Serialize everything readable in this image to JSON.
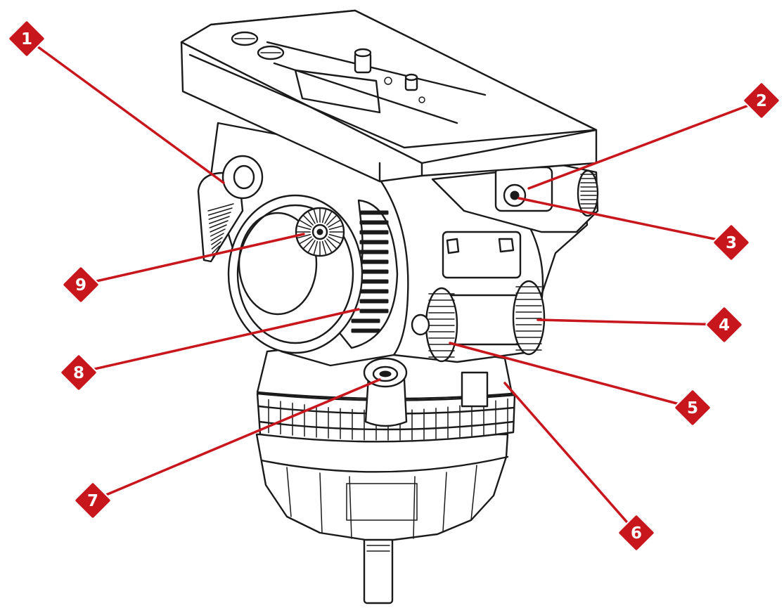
{
  "colors": {
    "callout": "#c8161d",
    "line_art": "#1a1a1a",
    "background": "#ffffff"
  },
  "callouts": [
    {
      "label": "1"
    },
    {
      "label": "2"
    },
    {
      "label": "3"
    },
    {
      "label": "4"
    },
    {
      "label": "5"
    },
    {
      "label": "6"
    },
    {
      "label": "7"
    },
    {
      "label": "8"
    },
    {
      "label": "9"
    }
  ]
}
